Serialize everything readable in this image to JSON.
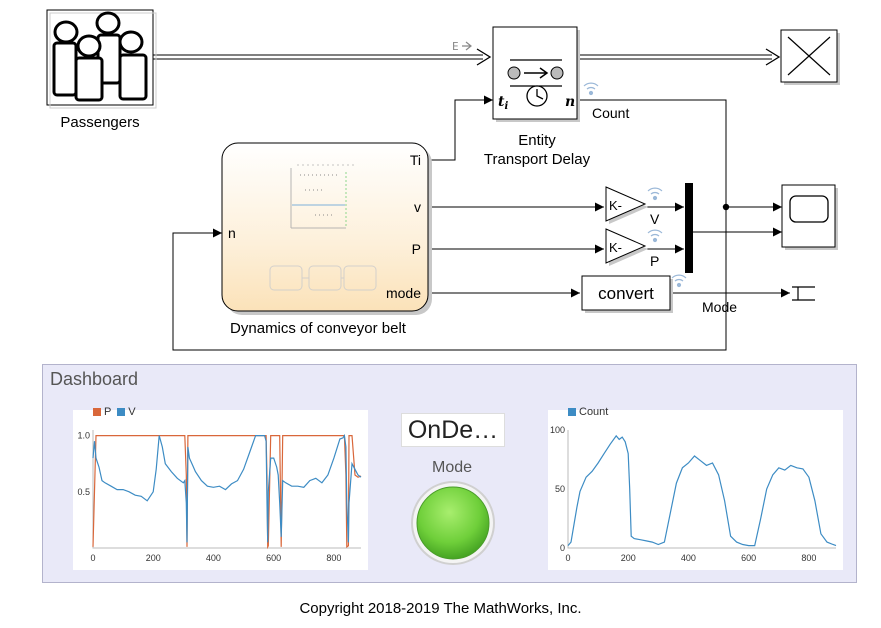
{
  "blocks": {
    "passengers": {
      "label": "Passengers"
    },
    "transport_delay": {
      "label_line1": "Entity",
      "label_line2": "Transport Delay",
      "in_port": "t",
      "in_port_sub": "i",
      "out_port": "n",
      "count_label": "Count"
    },
    "conveyor": {
      "label": "Dynamics of conveyor belt",
      "in_port": "n",
      "out_ports": [
        "Ti",
        "v",
        "P",
        "mode"
      ]
    },
    "gain_v": {
      "text": "K-",
      "signal": "V"
    },
    "gain_p": {
      "text": "K-",
      "signal": "P"
    },
    "convert": {
      "text": "convert",
      "signal": "Mode"
    },
    "entity_marker": "E"
  },
  "dashboard": {
    "title": "Dashboard",
    "display_text": "OnDe…",
    "lamp_label": "Mode",
    "lamp_color": "#6fcf3a"
  },
  "copyright": "Copyright 2018-2019 The MathWorks, Inc.",
  "chart_data": [
    {
      "type": "line",
      "title": "",
      "series": [
        {
          "name": "P",
          "color": "#d9673a",
          "x": [
            0,
            10,
            20,
            40,
            60,
            80,
            100,
            120,
            140,
            160,
            180,
            200,
            210,
            220,
            230,
            240,
            260,
            280,
            300,
            305,
            310,
            312,
            315,
            320,
            330,
            340,
            360,
            380,
            400,
            420,
            440,
            460,
            480,
            500,
            520,
            540,
            560,
            570,
            575,
            578,
            580,
            582,
            590,
            600,
            610,
            615,
            620,
            625,
            630,
            640,
            660,
            680,
            700,
            720,
            740,
            760,
            780,
            800,
            820,
            830,
            835,
            840,
            843,
            848,
            850,
            860,
            870,
            880,
            890
          ],
          "y": [
            0.01,
            1,
            1,
            1,
            1,
            1,
            1,
            1,
            1,
            1,
            1,
            1,
            1,
            1,
            1,
            1,
            1,
            1,
            1,
            1,
            0.65,
            0.01,
            1,
            1,
            1,
            1,
            1,
            1,
            1,
            1,
            1,
            1,
            1,
            1,
            1,
            1,
            1,
            1,
            1,
            0.63,
            0.01,
            0.02,
            1,
            1,
            1,
            1,
            1,
            0.01,
            1,
            1,
            1,
            1,
            1,
            1,
            1,
            1,
            1,
            1,
            1,
            1,
            1,
            0.65,
            0.01,
            0.02,
            1,
            1,
            0.65,
            0.63,
            0.64
          ]
        },
        {
          "name": "V",
          "color": "#3d8cc4",
          "x": [
            0,
            5,
            10,
            20,
            30,
            40,
            60,
            80,
            100,
            120,
            140,
            160,
            180,
            190,
            200,
            210,
            220,
            230,
            240,
            260,
            280,
            300,
            305,
            310,
            312,
            315,
            320,
            330,
            340,
            360,
            380,
            400,
            420,
            440,
            460,
            480,
            500,
            520,
            540,
            560,
            570,
            575,
            578,
            580,
            582,
            590,
            600,
            610,
            615,
            620,
            625,
            630,
            640,
            660,
            680,
            700,
            720,
            740,
            760,
            780,
            800,
            820,
            830,
            835,
            840,
            843,
            848,
            850,
            860,
            870,
            880,
            890
          ],
          "y": [
            0.8,
            0.95,
            0.8,
            0.72,
            0.6,
            0.58,
            0.55,
            0.52,
            0.52,
            0.5,
            0.47,
            0.46,
            0.42,
            0.46,
            0.5,
            0.7,
            1,
            0.9,
            0.75,
            0.68,
            0.62,
            0.58,
            0.6,
            0.4,
            0.05,
            0.9,
            0.8,
            0.74,
            0.68,
            0.6,
            0.55,
            0.54,
            0.55,
            0.52,
            0.57,
            0.6,
            0.7,
            0.85,
            1,
            1,
            1,
            0.95,
            0.4,
            0.05,
            0.5,
            0.8,
            0.8,
            0.72,
            0.65,
            0.4,
            0.1,
            0.6,
            0.58,
            0.55,
            0.55,
            0.54,
            0.6,
            0.62,
            0.58,
            0.65,
            0.8,
            0.97,
            0.98,
            1,
            0.9,
            0.4,
            0.05,
            0.4,
            0.75,
            0.7,
            0.65,
            0.63
          ]
        }
      ],
      "xlim": [
        0,
        890
      ],
      "ylim": [
        0,
        1.05
      ],
      "xticks": [
        "0",
        "200",
        "400",
        "600",
        "800"
      ],
      "yticks": [
        "0.5",
        "1.0"
      ]
    },
    {
      "type": "line",
      "title": "",
      "series": [
        {
          "name": "Count",
          "color": "#3d8cc4",
          "x": [
            0,
            10,
            20,
            30,
            40,
            60,
            80,
            100,
            120,
            140,
            160,
            170,
            180,
            190,
            200,
            205,
            210,
            220,
            240,
            260,
            280,
            300,
            320,
            340,
            360,
            380,
            400,
            420,
            440,
            460,
            480,
            500,
            520,
            540,
            560,
            580,
            600,
            620,
            640,
            660,
            680,
            700,
            720,
            740,
            760,
            780,
            800,
            820,
            840,
            860,
            880,
            890
          ],
          "y": [
            2,
            5,
            20,
            35,
            48,
            60,
            65,
            72,
            80,
            88,
            95,
            92,
            94,
            90,
            80,
            50,
            10,
            8,
            7,
            6,
            5,
            3,
            5,
            30,
            55,
            68,
            72,
            78,
            74,
            70,
            72,
            62,
            40,
            10,
            5,
            3,
            2,
            2,
            25,
            50,
            62,
            68,
            66,
            70,
            68,
            67,
            60,
            40,
            12,
            5,
            3,
            2
          ]
        }
      ],
      "xlim": [
        0,
        890
      ],
      "ylim": [
        0,
        100
      ],
      "xticks": [
        "0",
        "200",
        "400",
        "600",
        "800"
      ],
      "yticks": [
        "0",
        "50",
        "100"
      ]
    }
  ]
}
